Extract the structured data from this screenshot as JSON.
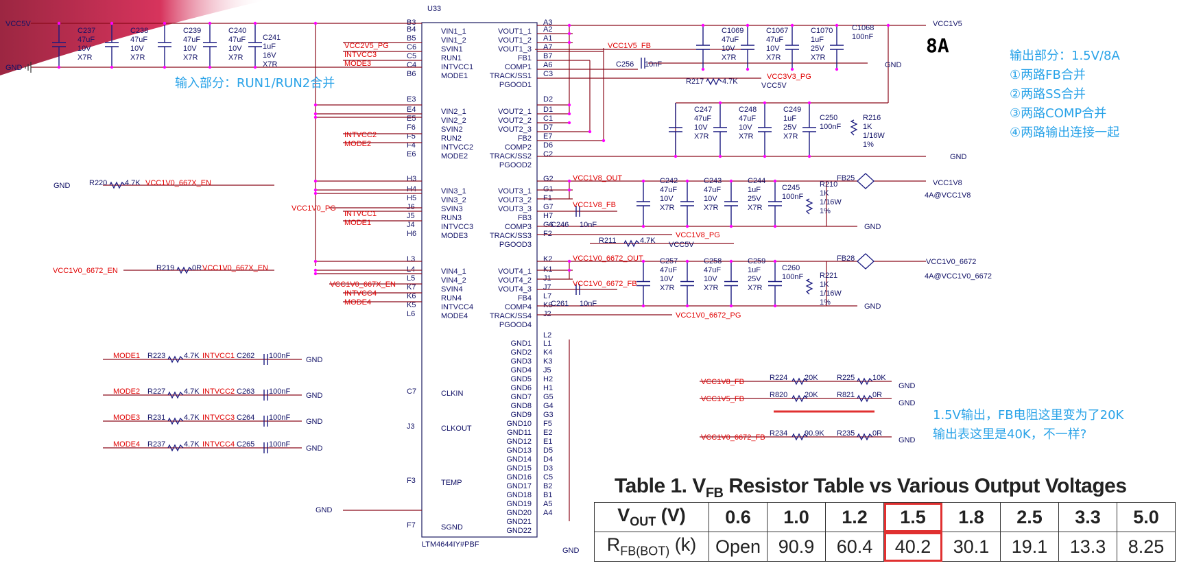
{
  "chip": {
    "ref": "U33",
    "part": "LTM4644IY#PBF"
  },
  "left_pins": {
    "names": [
      "VIN1_1",
      "VIN1_2",
      "SVIN1",
      "RUN1",
      "INTVCC1",
      "MODE1",
      "VIN2_1",
      "VIN2_2",
      "SVIN2",
      "RUN2",
      "INTVCC2",
      "MODE2",
      "VIN3_1",
      "VIN3_2",
      "SVIN3",
      "RUN3",
      "INTVCC3",
      "MODE3",
      "VIN4_1",
      "VIN4_2",
      "SVIN4",
      "RUN4",
      "INTVCC4",
      "MODE4",
      "CLKIN",
      "CLKOUT",
      "TEMP",
      "SGND"
    ],
    "nums": [
      "B4",
      "B5",
      "C6",
      "C5",
      "C4",
      "B6",
      "E4",
      "E5",
      "F6",
      "F5",
      "F4",
      "E6",
      "H4",
      "H5",
      "J6",
      "J5",
      "J4",
      "H6",
      "L4",
      "L5",
      "K7",
      "K6",
      "K5",
      "L6",
      "C7",
      "J3",
      "F3",
      "F7"
    ],
    "group_nums": [
      "B3",
      "E3",
      "H3",
      "L3"
    ]
  },
  "right_pins": {
    "names": [
      "VOUT1_1",
      "VOUT1_2",
      "VOUT1_3",
      "FB1",
      "COMP1",
      "TRACK/SS1",
      "PGOOD1",
      "VOUT2_1",
      "VOUT2_2",
      "VOUT2_3",
      "FB2",
      "COMP2",
      "TRACK/SS2",
      "PGOOD2",
      "VOUT3_1",
      "VOUT3_2",
      "VOUT3_3",
      "FB3",
      "COMP3",
      "TRACK/SS3",
      "PGOOD3",
      "VOUT4_1",
      "VOUT4_2",
      "VOUT4_3",
      "FB4",
      "COMP4",
      "TRACK/SS4",
      "PGOOD4"
    ],
    "nums": [
      "A2",
      "A1",
      "A7",
      "B7",
      "A6",
      "C3",
      "D1",
      "C1",
      "D7",
      "E7",
      "D6",
      "C2",
      "G1",
      "F1",
      "G7",
      "H7",
      "G6",
      "F2",
      "K1",
      "J1",
      "J7",
      "L7",
      "K6",
      "J2"
    ],
    "group_nums": [
      "A3",
      "D2",
      "G2",
      "K2"
    ],
    "gnd_names": [
      "GND1",
      "GND2",
      "GND3",
      "GND4",
      "GND5",
      "GND6",
      "GND7",
      "GND8",
      "GND9",
      "GND10",
      "GND11",
      "GND12",
      "GND13",
      "GND14",
      "GND15",
      "GND16",
      "GND17",
      "GND18",
      "GND19",
      "GND20",
      "GND21",
      "GND22"
    ],
    "gnd_nums": [
      "L1",
      "K4",
      "K3",
      "J5",
      "H2",
      "H1",
      "G5",
      "G4",
      "G3",
      "F5",
      "E2",
      "E1",
      "D5",
      "D4",
      "D3",
      "C5",
      "B2",
      "B1",
      "A5",
      "A4"
    ],
    "gnd_group_num": "L2"
  },
  "net_labels": {
    "vcc5v": "VCC5V",
    "gnd": "GND",
    "vcc1v5": "VCC1V5",
    "vcc1v5_fb": "VCC1V5_FB",
    "vcc3v3_pg": "VCC3V3_PG",
    "vcc2v5_pg": "VCC2V5_PG",
    "intvcc1": "INTVCC1",
    "intvcc2": "INTVCC2",
    "intvcc3": "INTVCC3",
    "intvcc4": "INTVCC4",
    "mode1": "MODE1",
    "mode2": "MODE2",
    "mode3": "MODE3",
    "mode4": "MODE4",
    "vcc1v8": "VCC1V8",
    "vcc1v8_out": "VCC1V8_OUT",
    "vcc1v8_fb": "VCC1V8_FB",
    "vcc1v8_pg": "VCC1V8_PG",
    "vcc1v0_6672": "VCC1V0_6672",
    "vcc1v0_6672_out": "VCC1V0_6672_OUT",
    "vcc1v0_6672_fb": "VCC1V0_6672_FB",
    "vcc1v0_6672_pg": "VCC1V0_6672_PG",
    "vcc1v0_667x_en": "VCC1V0_667X_EN",
    "vcc1v0_6672_en": "VCC1V0_6672_EN",
    "vcc1v0_pg": "VCC1V0_PG",
    "vcc1v8_note": "4A@VCC1V8",
    "vcc1v0_note": "4A@VCC1V0_6672"
  },
  "caps": {
    "c237": {
      "ref": "C237",
      "v1": "47uF",
      "v2": "10V",
      "v3": "X7R"
    },
    "c238": {
      "ref": "C238",
      "v1": "47uF",
      "v2": "10V",
      "v3": "X7R"
    },
    "c239": {
      "ref": "C239",
      "v1": "47uF",
      "v2": "10V",
      "v3": "X7R"
    },
    "c240": {
      "ref": "C240",
      "v1": "47uF",
      "v2": "10V",
      "v3": "X7R"
    },
    "c241": {
      "ref": "C241",
      "v1": "1uF",
      "v2": "16V",
      "v3": "X7R"
    },
    "c1069": {
      "ref": "C1069",
      "v1": "47uF",
      "v2": "10V",
      "v3": "X7R"
    },
    "c1067": {
      "ref": "C1067",
      "v1": "47uF",
      "v2": "10V",
      "v3": "X7R"
    },
    "c1070": {
      "ref": "C1070",
      "v1": "1uF",
      "v2": "25V",
      "v3": "X7R"
    },
    "c1068": {
      "ref": "C1068",
      "v1": "100nF"
    },
    "c247": {
      "ref": "C247",
      "v1": "47uF",
      "v2": "10V",
      "v3": "X7R"
    },
    "c248": {
      "ref": "C248",
      "v1": "47uF",
      "v2": "10V",
      "v3": "X7R"
    },
    "c249": {
      "ref": "C249",
      "v1": "1uF",
      "v2": "25V",
      "v3": "X7R"
    },
    "c250": {
      "ref": "C250",
      "v1": "100nF"
    },
    "c242": {
      "ref": "C242",
      "v1": "47uF",
      "v2": "10V",
      "v3": "X7R"
    },
    "c243": {
      "ref": "C243",
      "v1": "47uF",
      "v2": "10V",
      "v3": "X7R"
    },
    "c244": {
      "ref": "C244",
      "v1": "1uF",
      "v2": "25V",
      "v3": "X7R"
    },
    "c245": {
      "ref": "C245",
      "v1": "100nF"
    },
    "c257": {
      "ref": "C257",
      "v1": "47uF",
      "v2": "10V",
      "v3": "X7R"
    },
    "c258": {
      "ref": "C258",
      "v1": "47uF",
      "v2": "10V",
      "v3": "X7R"
    },
    "c259": {
      "ref": "C259",
      "v1": "1uF",
      "v2": "25V",
      "v3": "X7R"
    },
    "c260": {
      "ref": "C260",
      "v1": "100nF"
    },
    "c256": {
      "ref": "C256",
      "v1": "10nF"
    },
    "c246": {
      "ref": "C246",
      "v1": "10nF"
    },
    "c261": {
      "ref": "C261",
      "v1": "10nF"
    },
    "c262": {
      "ref": "C262",
      "v1": "100nF"
    },
    "c263": {
      "ref": "C263",
      "v1": "100nF"
    },
    "c264": {
      "ref": "C264",
      "v1": "100nF"
    },
    "c265": {
      "ref": "C265",
      "v1": "100nF"
    }
  },
  "resistors": {
    "r216": {
      "ref": "R216",
      "v1": "1K",
      "v2": "1/16W",
      "v3": "1%"
    },
    "r210": {
      "ref": "R210",
      "v1": "1K",
      "v2": "1/16W",
      "v3": "1%"
    },
    "r221": {
      "ref": "R221",
      "v1": "1K",
      "v2": "1/16W",
      "v3": "1%"
    },
    "r217": {
      "ref": "R217",
      "v1": "4.7K"
    },
    "r211": {
      "ref": "R211",
      "v1": "4.7K"
    },
    "r220": {
      "ref": "R220",
      "v1": "4.7K"
    },
    "r219": {
      "ref": "R219",
      "v1": "0R"
    },
    "r223": {
      "ref": "R223",
      "v1": "4.7K"
    },
    "r227": {
      "ref": "R227",
      "v1": "4.7K"
    },
    "r231": {
      "ref": "R231",
      "v1": "4.7K"
    },
    "r237": {
      "ref": "R237",
      "v1": "4.7K"
    },
    "r224": {
      "ref": "R224",
      "v1": "20K"
    },
    "r225": {
      "ref": "R225",
      "v1": "10K"
    },
    "r820": {
      "ref": "R820",
      "v1": "20K"
    },
    "r821": {
      "ref": "R821",
      "v1": "0R"
    },
    "r234": {
      "ref": "R234",
      "v1": "90.9K"
    },
    "r235": {
      "ref": "R235",
      "v1": "0R"
    }
  },
  "ferrites": {
    "fb25": "FB25",
    "fb28": "FB28"
  },
  "big_8a": "8A",
  "notes": {
    "input": "输入部分：RUN1/RUN2合并",
    "output_lines": [
      "输出部分：1.5V/8A",
      "①两路FB合并",
      "②两路SS合并",
      "③两路COMP合并",
      "④两路输出连接一起"
    ],
    "fb_lines": [
      "1.5V输出，FB电阻这里变为了20K",
      "输出表这里是40K，不一样?"
    ]
  },
  "table": {
    "title_main": "Table 1. V",
    "title_sub": "FB",
    "title_rest": " Resistor Table vs Various Output Voltages",
    "row1_head_main": "V",
    "row1_head_sub": "OUT",
    "row1_head_rest": " (V)",
    "row1": [
      "0.6",
      "1.0",
      "1.2",
      "1.5",
      "1.8",
      "2.5",
      "3.3",
      "5.0"
    ],
    "row2_head_main": "R",
    "row2_head_sub": "FB(BOT)",
    "row2_head_rest": " (k)",
    "row2": [
      "Open",
      "90.9",
      "60.4",
      "40.2",
      "30.1",
      "19.1",
      "13.3",
      "8.25"
    ],
    "highlight_col": 3
  },
  "colors": {
    "wire": "#8b0a1a",
    "net_text": "#e00000",
    "junction": "#ff00ff",
    "text": "#111166",
    "note": "#2aa3e8",
    "table_highlight": "#e03030"
  }
}
